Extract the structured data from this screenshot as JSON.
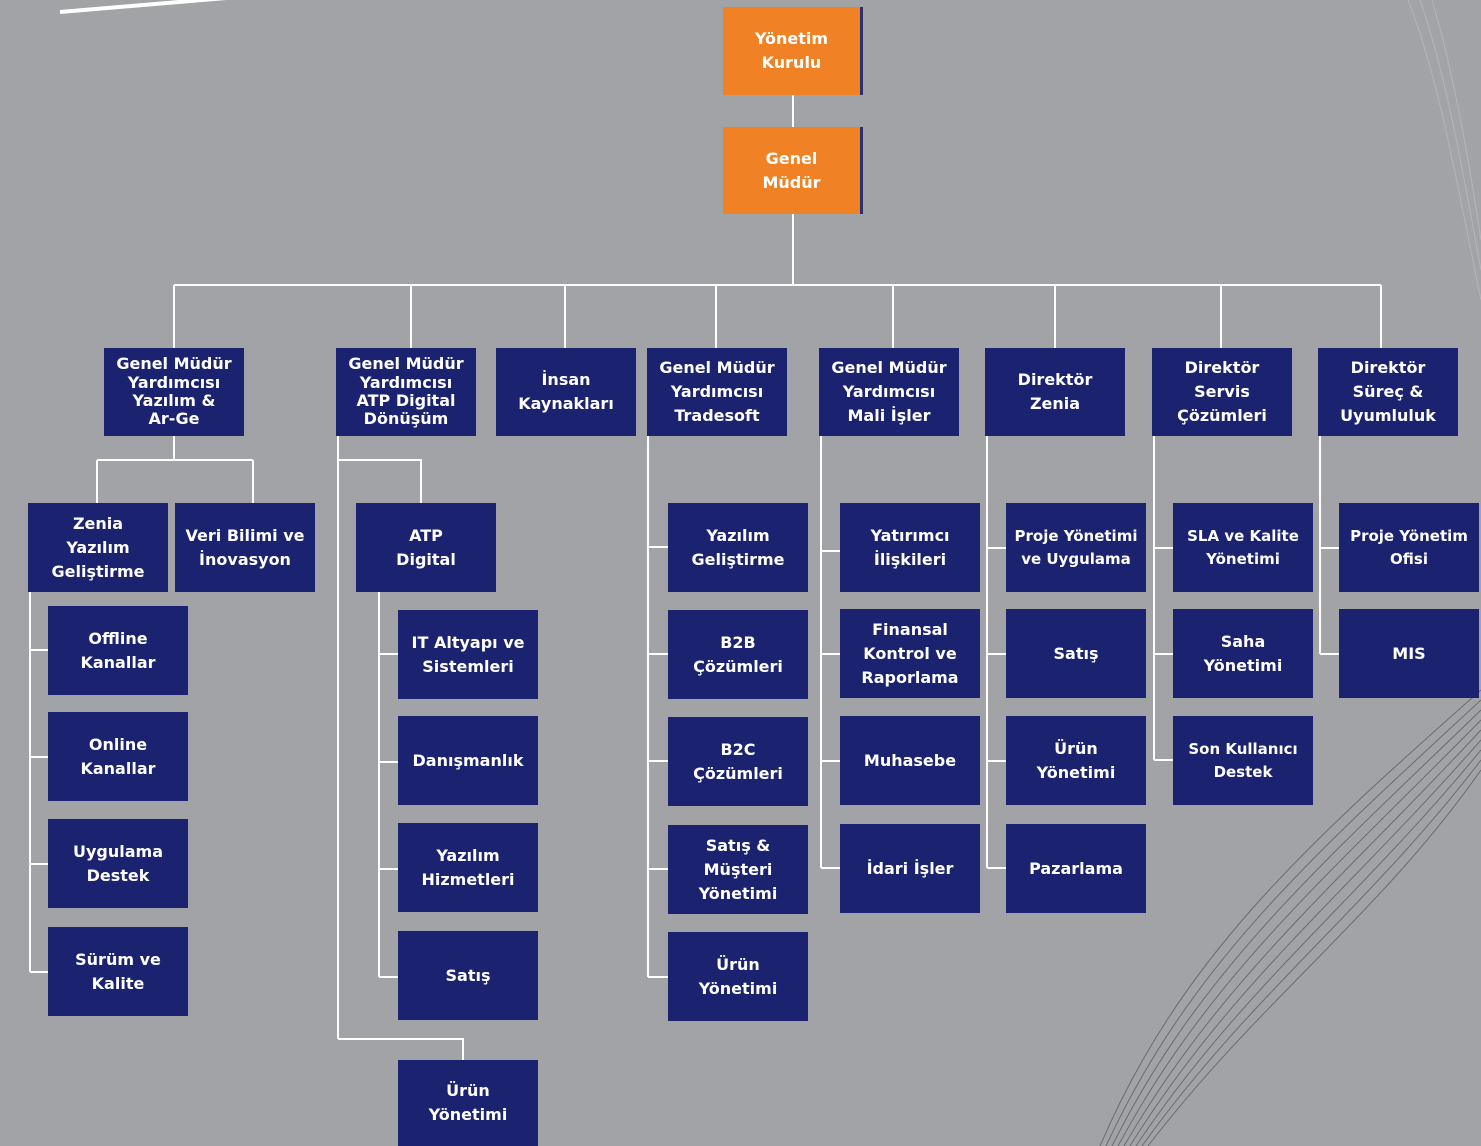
{
  "colors": {
    "background": "#a2a3a6",
    "box": "#1b2270",
    "top_box": "#f08225",
    "connector": "#ffffff"
  },
  "top": {
    "board": "Yönetim\nKurulu",
    "ceo": "Genel\nMüdür"
  },
  "departments": {
    "rnd": {
      "title": "Genel Müdür\nYardımcısı\nYazılım &\nAr-Ge",
      "zenia": "Zenia\nYazılım\nGeliştirme",
      "data_science": "Veri Bilimi ve\nİnovasyon",
      "children": [
        "Offline\nKanallar",
        "Online\nKanallar",
        "Uygulama\nDestek",
        "Sürüm ve\nKalite"
      ]
    },
    "atp": {
      "title": "Genel Müdür\nYardımcısı\nATP Digital\nDönüşüm",
      "atp_digital": "ATP\nDigital",
      "children": [
        "IT Altyapı ve\nSistemleri",
        "Danışmanlık",
        "Yazılım\nHizmetleri",
        "Satış"
      ],
      "product": "Ürün\nYönetimi"
    },
    "hr": {
      "title": "İnsan\nKaynakları"
    },
    "tradesoft": {
      "title": "Genel Müdür\nYardımcısı\nTradesoft",
      "children": [
        "Yazılım\nGeliştirme",
        "B2B\nÇözümleri",
        "B2C\nÇözümleri",
        "Satış &\nMüşteri\nYönetimi",
        "Ürün\nYönetimi"
      ]
    },
    "finance": {
      "title": "Genel Müdür\nYardımcısı\nMali İşler",
      "children": [
        "Yatırımcı\nİlişkileri",
        "Finansal\nKontrol  ve\nRaporlama",
        "Muhasebe",
        "İdari İşler"
      ]
    },
    "zenia": {
      "title": "Direktör\nZenia",
      "children": [
        "Proje Yönetimi\nve Uygulama",
        "Satış",
        "Ürün\nYönetimi",
        "Pazarlama"
      ]
    },
    "service": {
      "title": "Direktör\nServis\nÇözümleri",
      "children": [
        "SLA ve Kalite\nYönetimi",
        "Saha\nYönetimi",
        "Son Kullanıcı\nDestek"
      ]
    },
    "process": {
      "title": "Direktör\nSüreç &\nUyumluluk",
      "children": [
        "Proje Yönetim\nOfisi",
        "MIS"
      ]
    }
  }
}
